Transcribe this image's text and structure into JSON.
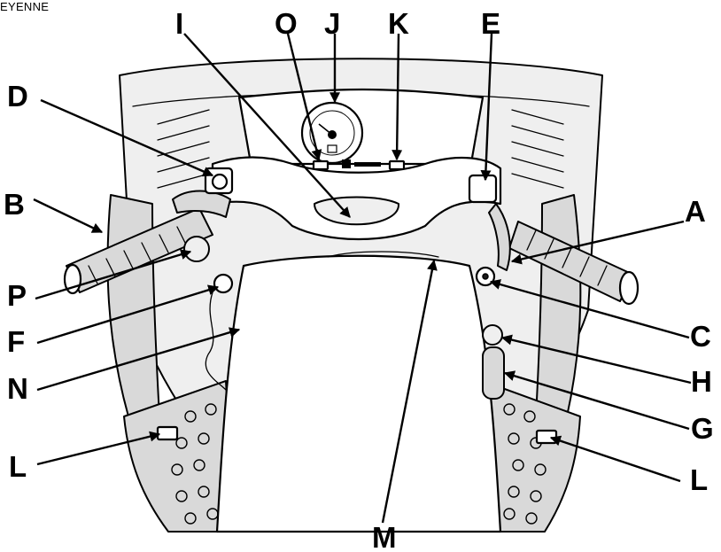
{
  "caption": "EYENNE",
  "callouts": {
    "A": "A",
    "B": "B",
    "C": "C",
    "D": "D",
    "E": "E",
    "F": "F",
    "G": "G",
    "H": "H",
    "I": "I",
    "J": "J",
    "K": "K",
    "L": "L",
    "M": "M",
    "N": "N",
    "O": "O",
    "P": "P"
  }
}
